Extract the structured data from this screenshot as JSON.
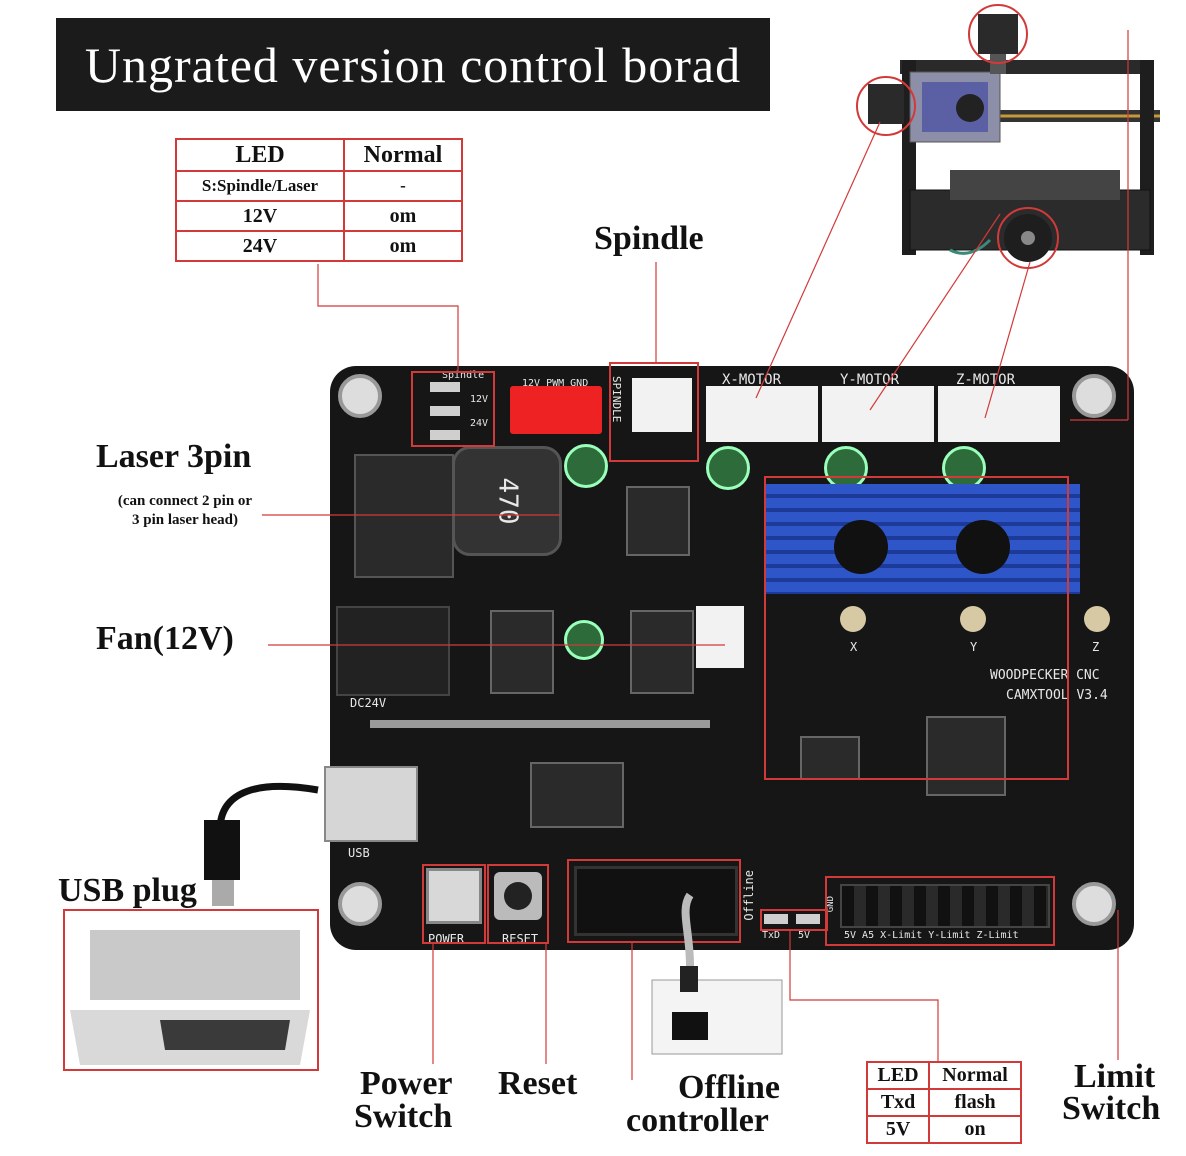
{
  "title": "Ungrated version control borad",
  "led_table_top": {
    "headers": [
      "LED",
      "Normal"
    ],
    "rows": [
      [
        "S:Spindle/Laser",
        "-"
      ],
      [
        "12V",
        "om"
      ],
      [
        "24V",
        "om"
      ]
    ]
  },
  "led_table_bottom": {
    "headers": [
      "LED",
      "Normal"
    ],
    "rows": [
      [
        "Txd",
        "flash"
      ],
      [
        "5V",
        "on"
      ]
    ]
  },
  "labels": {
    "spindle": "Spindle",
    "laser": "Laser 3pin",
    "laser_note_1": "(can connect 2 pin or",
    "laser_note_2": "3 pin laser head)",
    "fan": "Fan(12V)",
    "usb_plug": "USB plug",
    "power_switch_1": "Power",
    "power_switch_2": "Switch",
    "reset": "Reset",
    "offline_1": "Offline",
    "offline_2": "controller",
    "limit_1": "Limit",
    "limit_2": "Switch"
  },
  "board_silk": {
    "x_motor": "X-MOTOR",
    "y_motor": "Y-MOTOR",
    "z_motor": "Z-MOTOR",
    "spindle_vert": "SPINDLE",
    "spindle_led": "Spindle",
    "pwm_header": "12V PWM GND",
    "v12": "12V",
    "v24": "24V",
    "dc24v": "DC24V",
    "usb": "USB",
    "power": "POWER",
    "reset": "RESET",
    "offline": "Offline",
    "txd": "TxD",
    "v5": "5V",
    "brand_1": "WOODPECKER CNC",
    "brand_2": "CAMXTOOL  V3.4",
    "limits": "5V  A5  X-Limit  Y-Limit  Z-Limit",
    "gnd": "GND",
    "inductor": "470",
    "pot_x": "X",
    "pot_y": "Y",
    "pot_z": "Z"
  },
  "colors": {
    "annotation_red": "#d23a3a",
    "board_black": "#161616",
    "heatsink_blue": "#2f56c9"
  }
}
